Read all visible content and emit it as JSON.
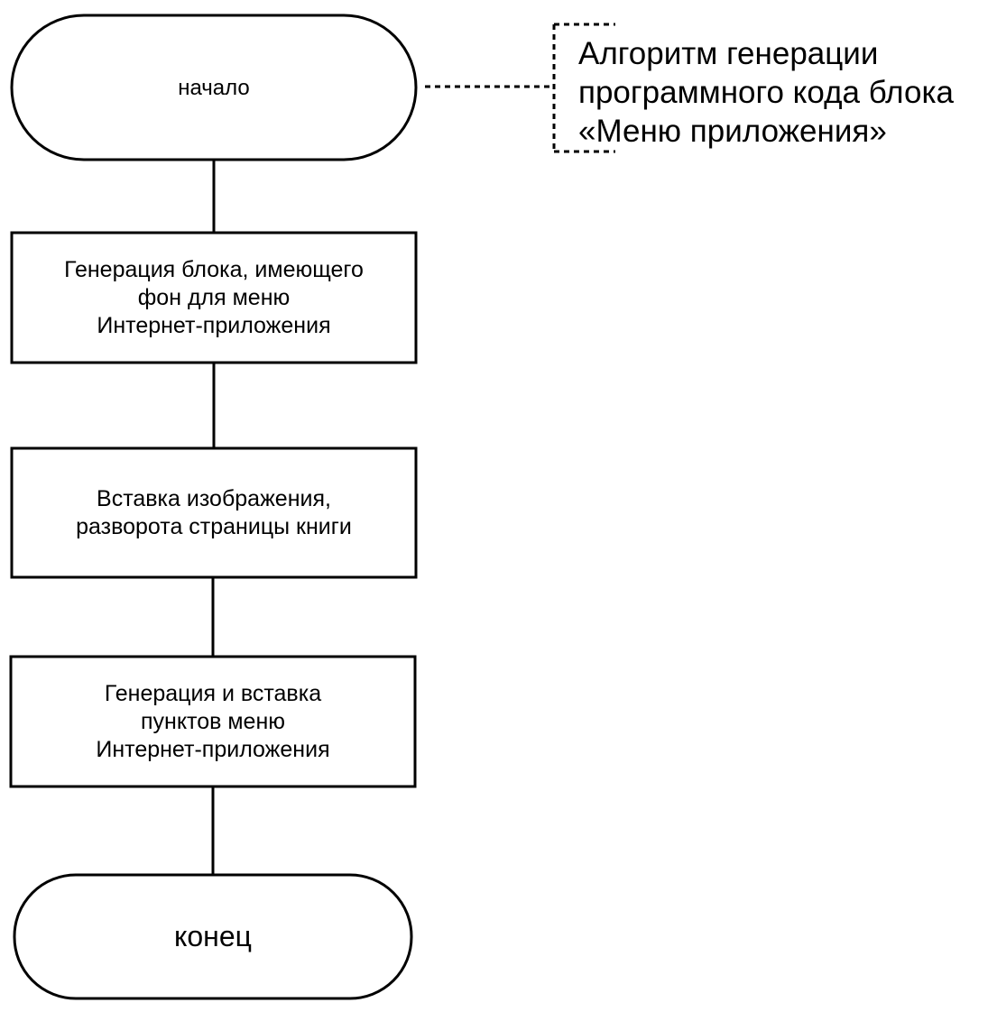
{
  "nodes": {
    "start": {
      "text": "начало"
    },
    "step1": {
      "lines": [
        "Генерация блока, имеющего",
        "фон для меню",
        "Интернет-приложения"
      ]
    },
    "step2": {
      "lines": [
        "Вставка изображения,",
        "разворота страницы книги"
      ]
    },
    "step3": {
      "lines": [
        "Генерация и вставка",
        "пунктов меню",
        "Интернет-приложения"
      ]
    },
    "end": {
      "text": "конец"
    }
  },
  "comment": {
    "lines": [
      "Алгоритм генерации",
      "программного кода блока",
      "«Меню приложения»"
    ]
  }
}
